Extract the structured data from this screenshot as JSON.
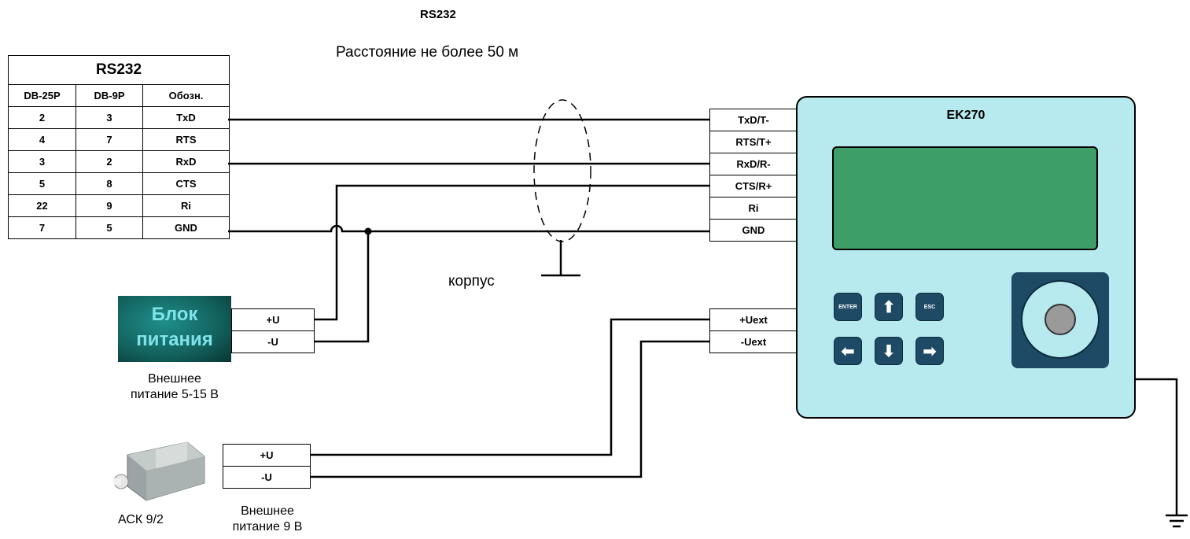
{
  "header": {
    "title": "RS232",
    "distance": "Расстояние не более 50 м"
  },
  "rs232_table": {
    "title": "RS232",
    "columns": [
      "DB-25P",
      "DB-9P",
      "Обозн."
    ],
    "rows": [
      [
        "2",
        "3",
        "TxD"
      ],
      [
        "4",
        "7",
        "RTS"
      ],
      [
        "3",
        "2",
        "RxD"
      ],
      [
        "5",
        "8",
        "CTS"
      ],
      [
        "22",
        "9",
        "Ri"
      ],
      [
        "7",
        "5",
        "GND"
      ]
    ]
  },
  "device": {
    "name": "EK270",
    "pins_top": [
      "TxD/T-",
      "RTS/T+",
      "RxD/R-",
      "CTS/R+",
      "Ri",
      "GND"
    ],
    "pins_power": [
      "+Uext",
      "-Uext"
    ],
    "keys": [
      "ENTER",
      "⬆",
      "ESC",
      "⬅",
      "⬇",
      "➡"
    ]
  },
  "shield_label": "корпус",
  "psu": {
    "label_line1": "Блок",
    "label_line2": "питания",
    "pins": [
      "+U",
      "-U"
    ],
    "caption_line1": "Внешнее",
    "caption_line2": "питание 5-15 В"
  },
  "ask": {
    "name": "АСК 9/2",
    "pins": [
      "+U",
      "-U"
    ],
    "caption_line1": "Внешнее",
    "caption_line2": "питание 9 В"
  }
}
